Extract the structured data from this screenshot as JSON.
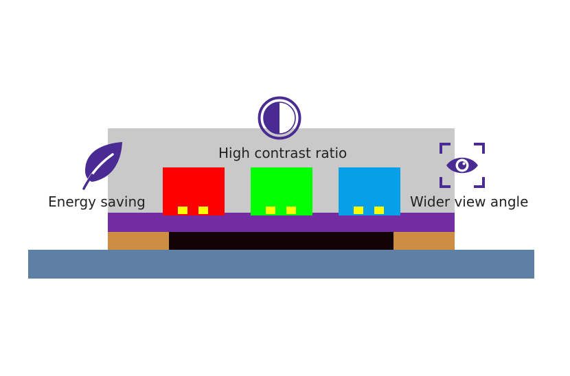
{
  "labels": {
    "contrast": "High contrast ratio",
    "energy": "Energy saving",
    "view_angle": "Wider view angle"
  },
  "icons": {
    "contrast": "contrast-circle-icon",
    "energy": "leaf-icon",
    "view_angle": "eye-focus-icon"
  },
  "colors": {
    "substrate": "#5e80a4",
    "encapsulation": "#c9c9c9",
    "bond_pad": "#cd8e44",
    "black_layer": "#120404",
    "purple_layer": "#712da1",
    "chip_red": "#ff0000",
    "chip_green": "#00ff00",
    "chip_blue": "#06a0e8",
    "contact_pad": "#ffff00",
    "icon_purple": "#4a2a93"
  }
}
